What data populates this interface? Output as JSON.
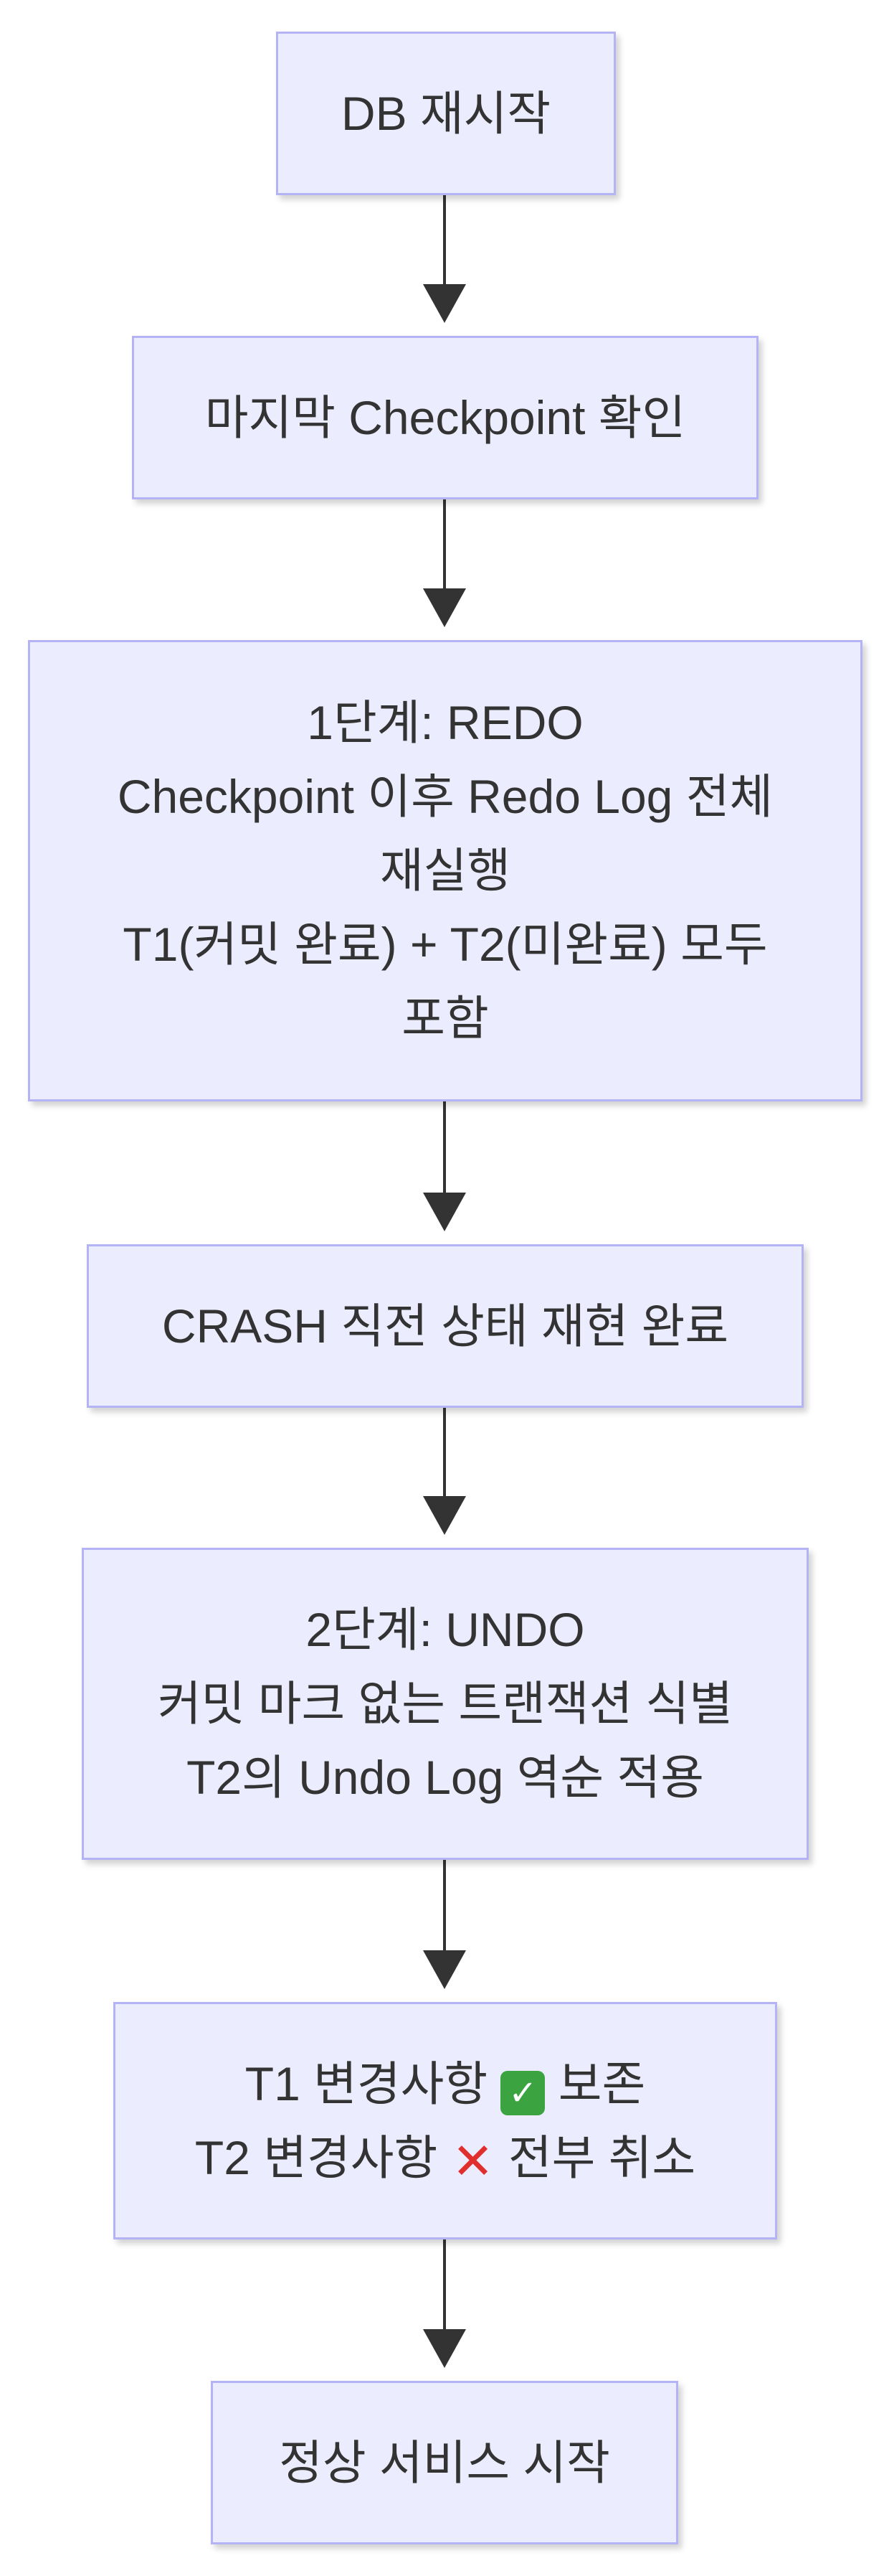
{
  "flowchart": {
    "nodes": [
      {
        "id": "restart",
        "lines": [
          "DB 재시작"
        ]
      },
      {
        "id": "checkpoint",
        "lines": [
          "마지막 Checkpoint 확인"
        ]
      },
      {
        "id": "redo",
        "lines": [
          "1단계: REDO",
          "Checkpoint 이후 Redo Log 전체",
          "재실행",
          "T1(커밋 완료) + T2(미완료) 모두",
          "포함"
        ]
      },
      {
        "id": "crash_state",
        "lines": [
          "CRASH 직전 상태 재현 완료"
        ]
      },
      {
        "id": "undo",
        "lines": [
          "2단계: UNDO",
          "커밋 마크 없는 트랜잭션 식별",
          "T2의 Undo Log 역순 적용"
        ]
      },
      {
        "id": "result",
        "lines": [
          {
            "before": "T1 변경사항",
            "emoji": "check-mark-icon",
            "after": "보존"
          },
          {
            "before": "T2 변경사항",
            "emoji": "cross-mark-icon",
            "after": "전부 취소"
          }
        ]
      },
      {
        "id": "service",
        "lines": [
          "정상 서비스 시작"
        ]
      }
    ],
    "edges": [
      {
        "from": "restart",
        "to": "checkpoint"
      },
      {
        "from": "checkpoint",
        "to": "redo"
      },
      {
        "from": "redo",
        "to": "crash_state"
      },
      {
        "from": "crash_state",
        "to": "undo"
      },
      {
        "from": "undo",
        "to": "result"
      },
      {
        "from": "result",
        "to": "service"
      }
    ]
  },
  "colors": {
    "node_fill": "#ECECFF",
    "node_border": "#B3B3F5",
    "text": "#333333",
    "arrow": "#333333",
    "check_icon": "#3BA340",
    "cross_icon": "#E0302E"
  }
}
